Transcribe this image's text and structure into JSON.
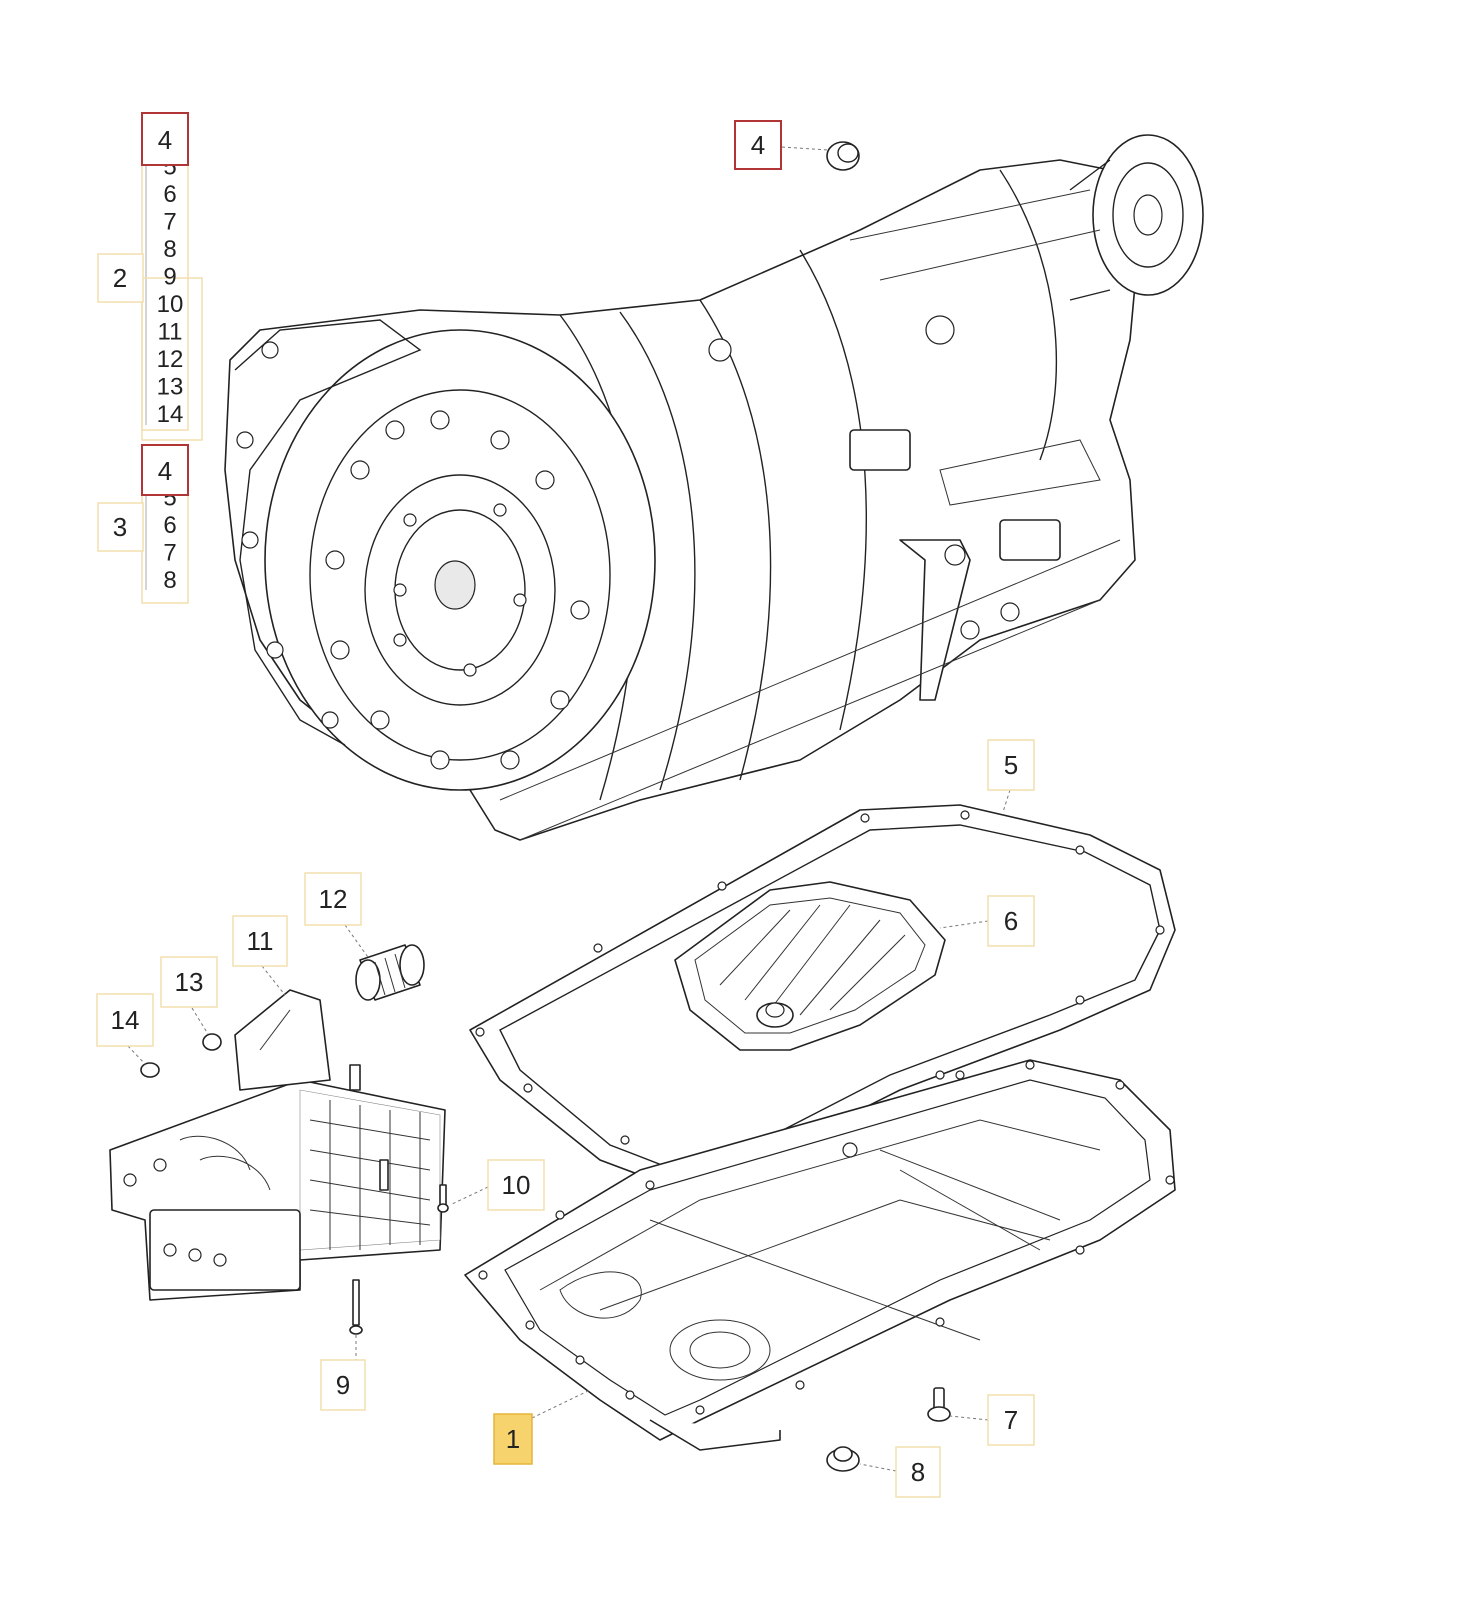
{
  "callouts": {
    "c1": "1",
    "c2": "2",
    "c3": "3",
    "c4_top": "4",
    "c4_list2": "4",
    "c4_list3": "4",
    "c5": "5",
    "c6": "6",
    "c7": "7",
    "c8": "8",
    "c9": "9",
    "c10": "10",
    "c11": "11",
    "c12": "12",
    "c13": "13",
    "c14": "14"
  },
  "list_group_2": [
    "5",
    "6",
    "7",
    "8",
    "9",
    "10",
    "11",
    "12",
    "13",
    "14"
  ],
  "list_group_3": [
    "5",
    "6",
    "7",
    "8"
  ],
  "colors": {
    "callout_border": "#f2dfae",
    "active_border": "#b23535",
    "selected_fill": "#f6d36c",
    "line": "#222222"
  }
}
